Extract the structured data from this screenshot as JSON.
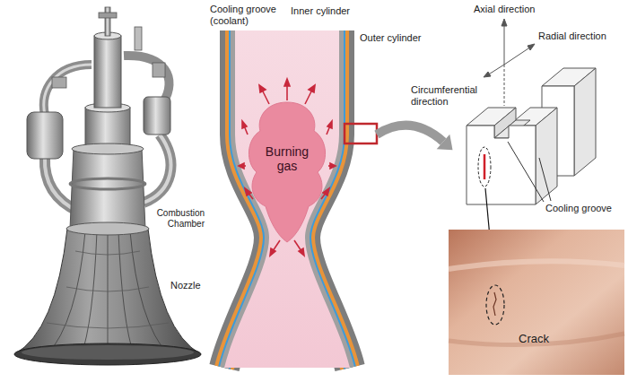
{
  "diagram": {
    "nodes": [
      {
        "text": [
          "Burning gas"
        ]
      }
    ],
    "labels": [
      "Combustion Chamber",
      "Nozzle",
      "Cooling groove (coolant)",
      "Inner cylinder",
      "Outer cylinder",
      "Axial direction",
      "Radial direction",
      "Circumferential direction",
      "Cooling groove",
      "Crack"
    ]
  }
}
